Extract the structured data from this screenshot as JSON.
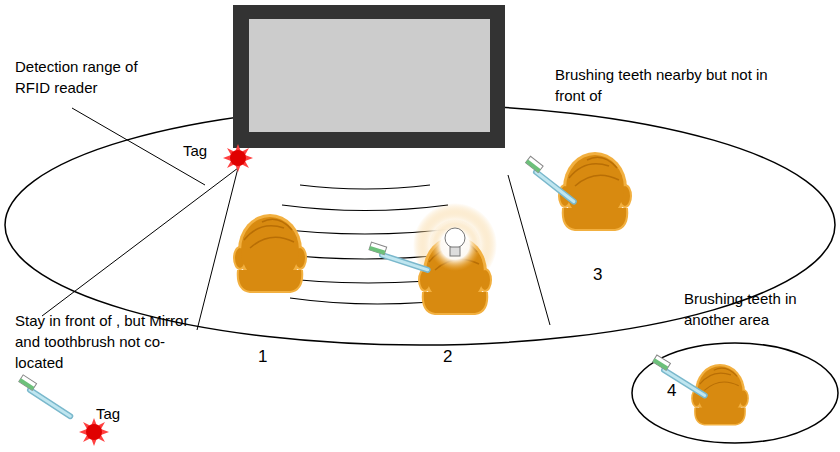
{
  "diagram": {
    "labels": [
      "Detection range of RFID reader",
      "Tag",
      "Brushing teeth nearby but not in front of",
      "Stay in front of , but Mirror and toothbrush not co-located",
      "1",
      "2",
      "3",
      "Brushing teeth in another area",
      "4",
      "Tag"
    ]
  }
}
